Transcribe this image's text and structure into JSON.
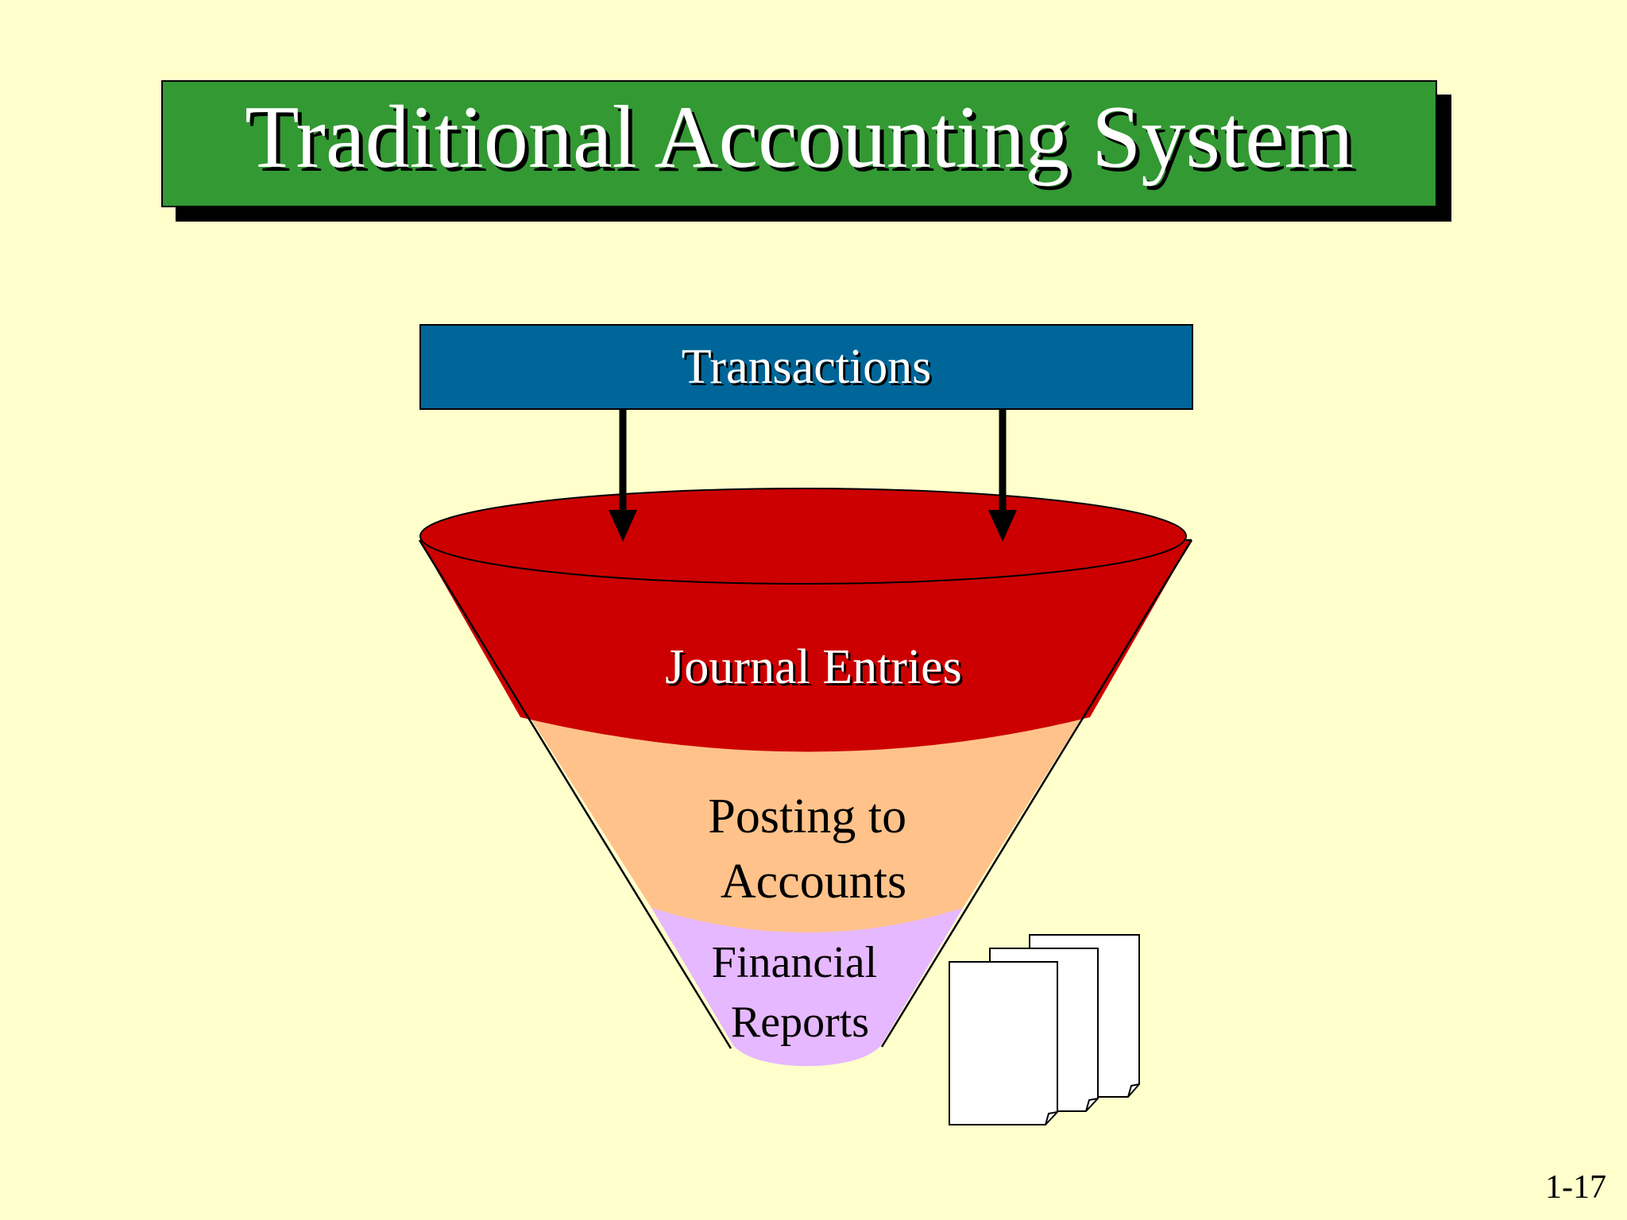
{
  "title": "Traditional Accounting System",
  "page_number": "1-17",
  "diagram": {
    "source_box": {
      "label": "Transactions"
    },
    "funnel_stages": [
      {
        "label_lines": [
          "Journal Entries"
        ]
      },
      {
        "label_lines": [
          "Posting to",
          "Accounts"
        ]
      },
      {
        "label_lines": [
          "Financial",
          "Reports"
        ]
      }
    ],
    "output_icon": "document-stack-icon"
  },
  "colors": {
    "background": "#ffffcc",
    "title_fill": "#339933",
    "transactions_fill": "#006699",
    "journal_fill": "#cc0000",
    "posting_fill": "#ffc28a",
    "reports_fill": "#e6b8ff"
  }
}
